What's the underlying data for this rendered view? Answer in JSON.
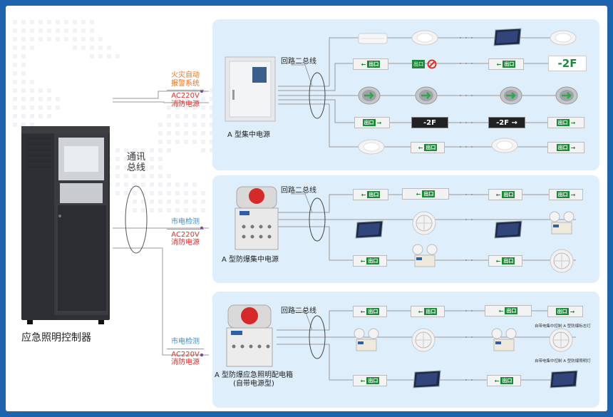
{
  "controller": {
    "label": "应急照明控制器"
  },
  "comm_bus": {
    "line1": "通讯",
    "line2": "总线"
  },
  "inputs": [
    {
      "line1": "火灾自动",
      "line2": "报警系统",
      "line3": "AC220V",
      "line4": "消防电源"
    },
    {
      "line1": "市电检测",
      "line2": "AC220V",
      "line3": "消防电源"
    },
    {
      "line1": "市电检测",
      "line2": "AC220V",
      "line3": "消防电源"
    }
  ],
  "panels": [
    {
      "device_label": "A 型集中电源",
      "loop_label": "回路二总线"
    },
    {
      "device_label": "A 型防爆集中电源",
      "loop_label": "回路二总线"
    },
    {
      "device_label_line1": "A 型防爆应急照明配电箱",
      "device_label_line2": "(自带电源型)",
      "loop_label": "回路二总线",
      "side_notes": [
        "自带电集中控制 A 型防爆标志灯",
        "自带电集中控制 A 型防爆照明灯"
      ]
    }
  ],
  "sign_text": {
    "exit": "出口",
    "floor": "-2F",
    "no_entry": "禁止入内"
  },
  "colors": {
    "border": "#1e63ad",
    "panel": "#deeefb",
    "sign_green": "#1d8a3a",
    "orange": "#e8731a",
    "red": "#e0322a",
    "blue": "#3a8fd1"
  },
  "icons": [
    "ceiling-light-icon",
    "downlight-icon",
    "floodlight-icon",
    "round-lamp-icon",
    "exit-sign-icon",
    "floor-sign-icon",
    "no-entry-sign-icon",
    "directional-ground-light-icon",
    "explosion-proof-lamp-icon",
    "twin-head-emergency-light-icon"
  ]
}
